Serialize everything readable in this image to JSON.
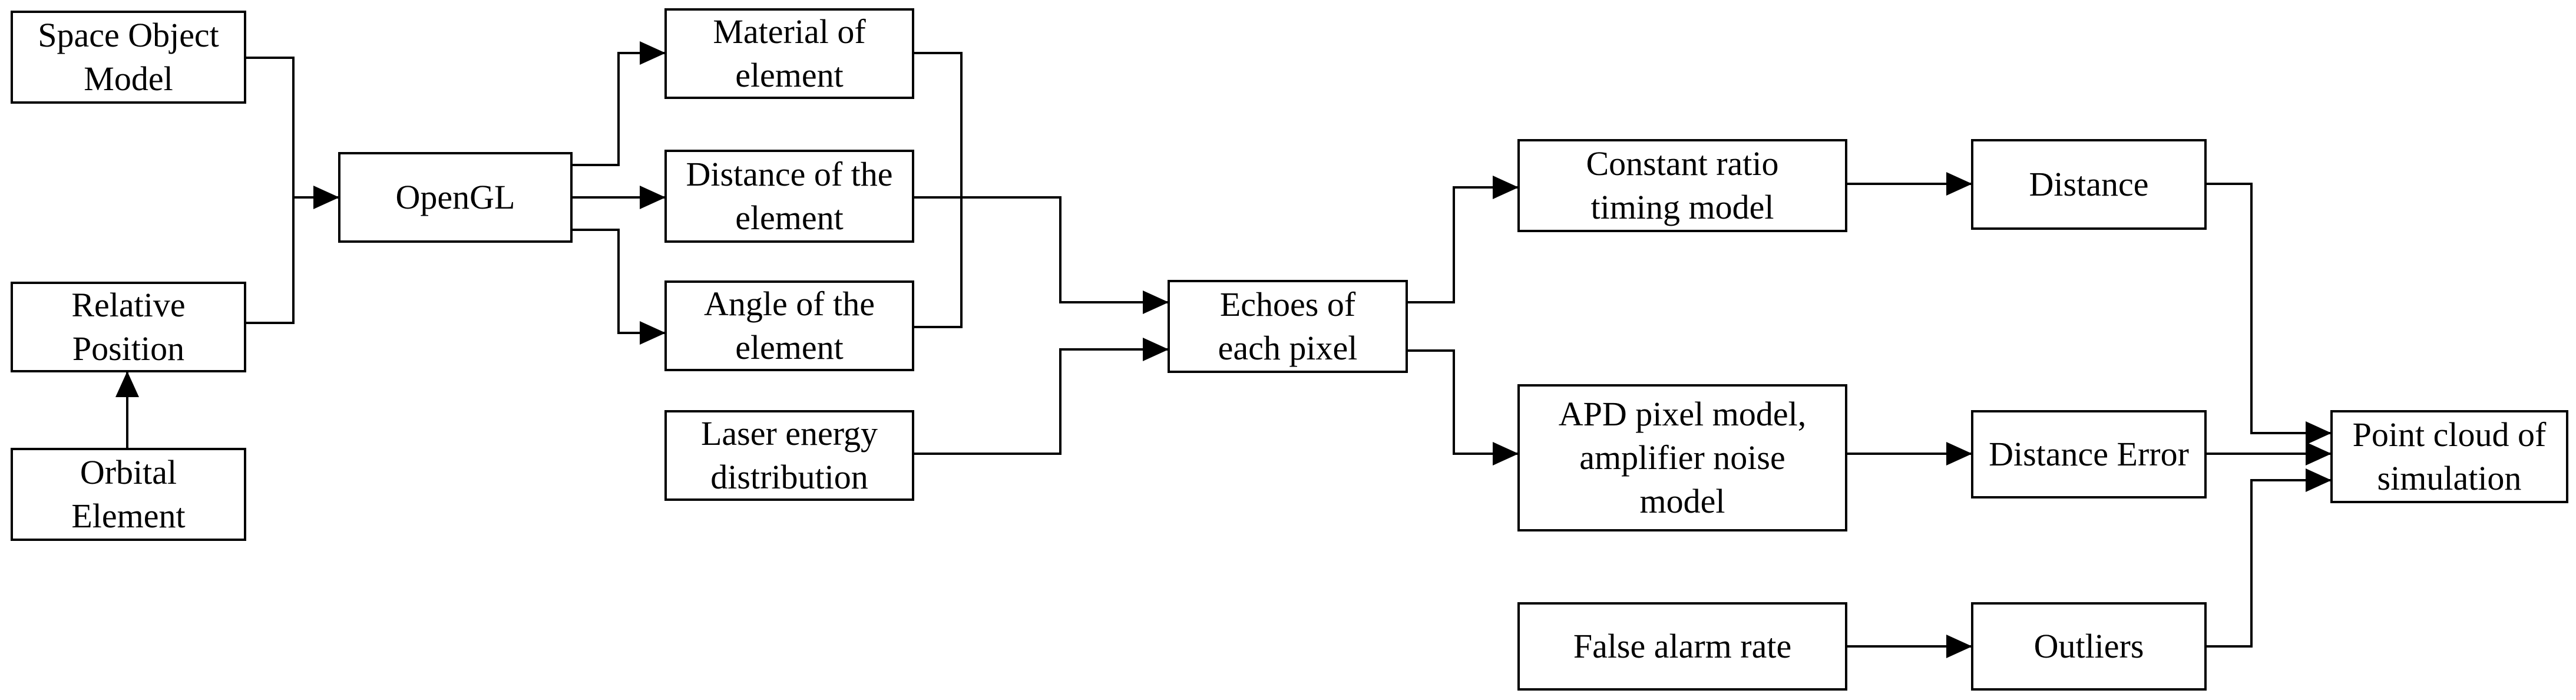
{
  "nodes": {
    "space_object_model": [
      "Space Object",
      "Model"
    ],
    "relative_position": [
      "Relative",
      "Position"
    ],
    "orbital_element": [
      "Orbital",
      "Element"
    ],
    "opengl": [
      "OpenGL"
    ],
    "material_of_element": [
      "Material of",
      "element"
    ],
    "distance_of_element": [
      "Distance of the",
      "element"
    ],
    "angle_of_element": [
      "Angle of the",
      "element"
    ],
    "laser_energy_distribution": [
      "Laser energy",
      "distribution"
    ],
    "echoes_of_each_pixel": [
      "Echoes of",
      "each pixel"
    ],
    "constant_ratio_timing_model": [
      "Constant ratio",
      "timing model"
    ],
    "apd_pixel_model": [
      "APD pixel model,",
      "amplifier noise",
      "model"
    ],
    "false_alarm_rate": [
      "False alarm rate"
    ],
    "distance": [
      "Distance"
    ],
    "distance_error": [
      "Distance Error"
    ],
    "outliers": [
      "Outliers"
    ],
    "point_cloud_of_simulation": [
      "Point cloud of",
      "simulation"
    ]
  },
  "edges": [
    [
      "space_object_model",
      "opengl"
    ],
    [
      "relative_position",
      "opengl"
    ],
    [
      "orbital_element",
      "relative_position"
    ],
    [
      "opengl",
      "material_of_element"
    ],
    [
      "opengl",
      "distance_of_element"
    ],
    [
      "opengl",
      "angle_of_element"
    ],
    [
      "material_of_element",
      "echoes_of_each_pixel"
    ],
    [
      "distance_of_element",
      "echoes_of_each_pixel"
    ],
    [
      "angle_of_element",
      "echoes_of_each_pixel"
    ],
    [
      "laser_energy_distribution",
      "echoes_of_each_pixel"
    ],
    [
      "echoes_of_each_pixel",
      "constant_ratio_timing_model"
    ],
    [
      "echoes_of_each_pixel",
      "apd_pixel_model"
    ],
    [
      "constant_ratio_timing_model",
      "distance"
    ],
    [
      "apd_pixel_model",
      "distance_error"
    ],
    [
      "false_alarm_rate",
      "outliers"
    ],
    [
      "distance",
      "point_cloud_of_simulation"
    ],
    [
      "distance_error",
      "point_cloud_of_simulation"
    ],
    [
      "outliers",
      "point_cloud_of_simulation"
    ]
  ]
}
